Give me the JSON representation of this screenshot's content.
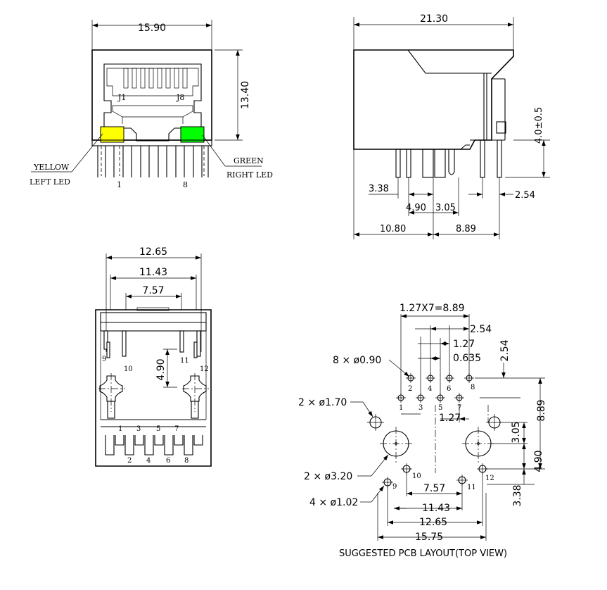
{
  "front_view": {
    "width_dim": "15.90",
    "height_dim": "13.40",
    "pin_label_j1": "J1",
    "pin_label_j8": "J8",
    "pin_1": "1",
    "pin_8": "8",
    "led_left_color_label": "YELLOW",
    "led_left_pos_label": "LEFT LED",
    "led_right_color_label": "GREEN",
    "led_right_pos_label": "RIGHT LED",
    "led_left_color": "#ffff00",
    "led_right_color": "#00ff00"
  },
  "side_view": {
    "length_dim": "21.30",
    "height_dim": "4.0±0.5",
    "dim_3_38": "3.38",
    "dim_4_90": "4.90",
    "dim_3_05": "3.05",
    "dim_2_54": "2.54",
    "dim_10_80": "10.80",
    "dim_8_89": "8.89"
  },
  "bottom_view": {
    "dim_12_65": "12.65",
    "dim_11_43": "11.43",
    "dim_7_57": "7.57",
    "dim_4_90": "4.90",
    "pins_top": [
      "9",
      "10",
      "11",
      "12"
    ],
    "pins_odd": [
      "1",
      "3",
      "5",
      "7"
    ],
    "pins_even": [
      "2",
      "4",
      "6",
      "8"
    ]
  },
  "pcb_layout": {
    "dim_pitch": "1.27X7=8.89",
    "dim_2_54_top": "2.54",
    "dim_1_27_top": "1.27",
    "dim_0_635": "0.635",
    "dim_2_54_v": "2.54",
    "dim_8_89_v": "8.89",
    "dim_1_27_mid": "1.27",
    "dim_3_05_v": "3.05",
    "dim_4_90_v": "4.90",
    "dim_3_38_v": "3.38",
    "dim_7_57": "7.57",
    "dim_11_43": "11.43",
    "dim_12_65": "12.65",
    "dim_15_75": "15.75",
    "hole_note_090": "8 × ø0.90",
    "hole_note_170": "2 × ø1.70",
    "hole_note_320": "2 × ø3.20",
    "hole_note_102": "4 × ø1.02",
    "pins_top_row": [
      "2",
      "4",
      "6",
      "8"
    ],
    "pins_bottom_row": [
      "1",
      "3",
      "5",
      "7"
    ],
    "pin_9": "9",
    "pin_10": "10",
    "pin_11": "11",
    "pin_12": "12",
    "caption": "SUGGESTED PCB LAYOUT(TOP VIEW)"
  }
}
